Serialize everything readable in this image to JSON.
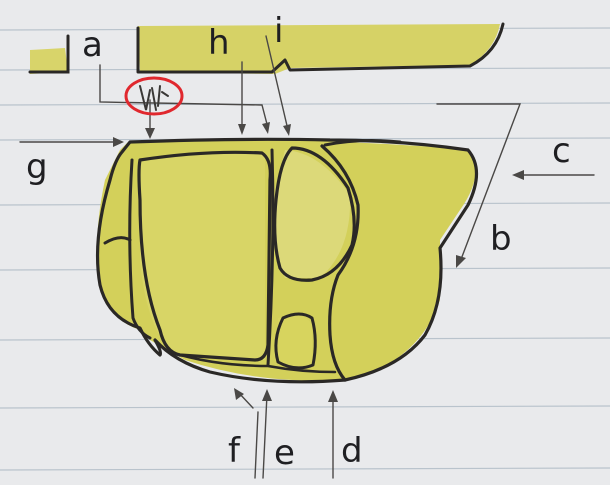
{
  "diagram": {
    "labels": {
      "a": "a",
      "b": "b",
      "c": "c",
      "d": "d",
      "e": "e",
      "f": "f",
      "g": "g",
      "h": "h",
      "i": "i",
      "circled": "ii"
    },
    "colors": {
      "paper": "#e9eaec",
      "rule_line": "#b8c2cc",
      "fill": "#d3d05a",
      "fill_light": "#e0dc86",
      "ink": "#2a2826",
      "pen": "#4a4846",
      "circle": "#e0282e"
    }
  }
}
